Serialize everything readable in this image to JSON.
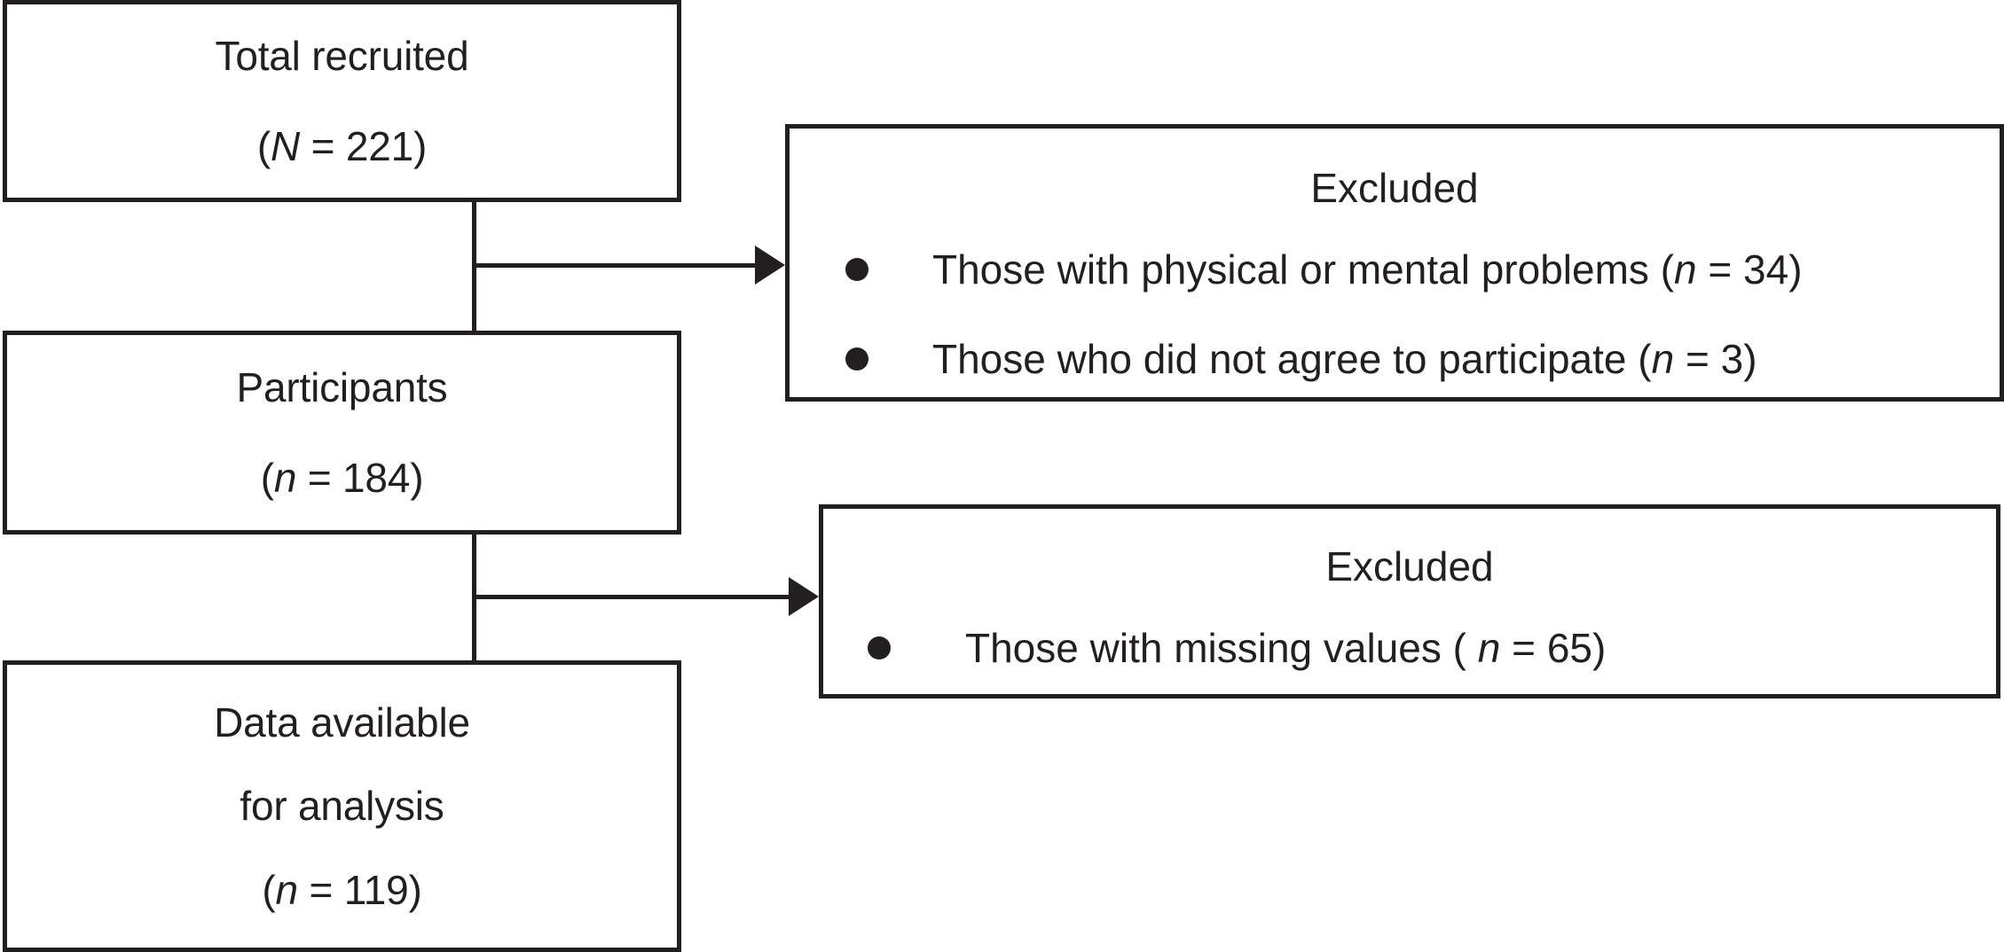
{
  "figure": {
    "type": "participant-flow-diagram",
    "colors": {
      "line": "#231f20",
      "background": "#ffffff",
      "text": "#231f20"
    }
  },
  "flow": {
    "boxes": [
      {
        "id": "total-recruited",
        "lines": [
          "Total recruited"
        ],
        "count_prefix": "(",
        "count_symbol": "N",
        "count_eq": " = ",
        "count_value": "221",
        "count_suffix": ")"
      },
      {
        "id": "participants",
        "lines": [
          "Participants"
        ],
        "count_prefix": "(",
        "count_symbol": "n",
        "count_eq": " = ",
        "count_value": "184",
        "count_suffix": ")"
      },
      {
        "id": "data-available",
        "lines": [
          "Data available",
          "for analysis"
        ],
        "count_prefix": "(",
        "count_symbol": "n",
        "count_eq": " = ",
        "count_value": "119",
        "count_suffix": ")"
      }
    ],
    "excluded_boxes": [
      {
        "id": "excluded-1",
        "title": "Excluded",
        "items": [
          {
            "text": "Those with physical or mental problems ",
            "prefix": "(",
            "symbol": "n",
            "eq": " = ",
            "value": "34",
            "suffix": ")"
          },
          {
            "text": "Those who did not agree to participate ",
            "prefix": "(",
            "symbol": "n",
            "eq": " = ",
            "value": "3",
            "suffix": ")"
          }
        ]
      },
      {
        "id": "excluded-2",
        "title": "Excluded",
        "items": [
          {
            "text": "Those with missing values ",
            "prefix": "( ",
            "symbol": "n",
            "eq": " = ",
            "value": "65",
            "suffix": ")"
          }
        ]
      }
    ]
  }
}
